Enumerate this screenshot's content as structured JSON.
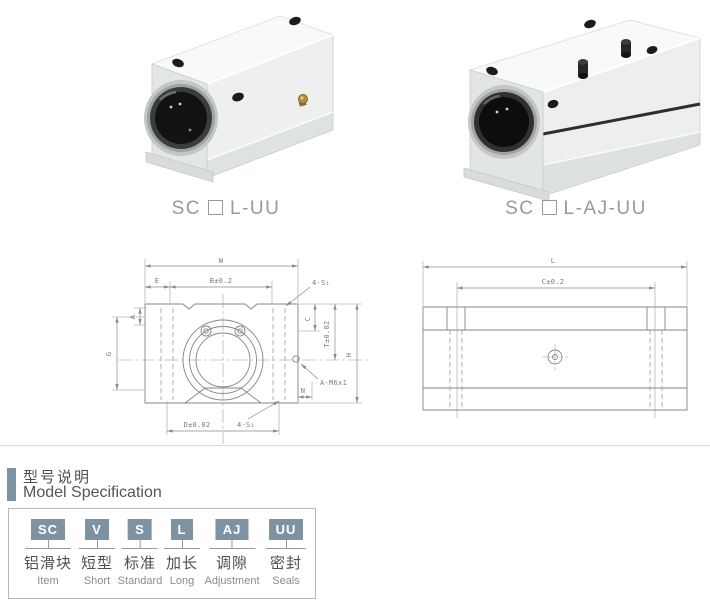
{
  "products": [
    {
      "prefix": "SC",
      "suffix": "L-UU"
    },
    {
      "prefix": "SC",
      "suffix": "L-AJ-UU"
    }
  ],
  "front_view": {
    "labels": {
      "w": "W",
      "e": "E",
      "b": "B±0.2",
      "s1_top": "4-S₁",
      "a": "A",
      "g": "G",
      "c": "C",
      "t": "T±0.02",
      "h": "H",
      "grease": "A-M6x1",
      "n": "N",
      "d": "D±0.02",
      "s1_bottom": "4-S₁"
    }
  },
  "side_view": {
    "labels": {
      "l": "L",
      "c": "C±0.2"
    }
  },
  "section_header": {
    "title_zh": "型号说明",
    "title_en": "Model Specification"
  },
  "model_table": {
    "items": [
      {
        "code": "SC",
        "zh": "铝滑块",
        "en": "Item"
      },
      {
        "code": "V",
        "zh": "短型",
        "en": "Short"
      },
      {
        "code": "S",
        "zh": "标准",
        "en": "Standard"
      },
      {
        "code": "L",
        "zh": "加长",
        "en": "Long"
      },
      {
        "code": "AJ",
        "zh": "调隙",
        "en": "Adjustment"
      },
      {
        "code": "UU",
        "zh": "密封",
        "en": "Seals"
      }
    ]
  },
  "colors": {
    "badge": "#7d93a2",
    "bullet": "#7d93a2",
    "drawing_line": "#8a8a8a"
  }
}
